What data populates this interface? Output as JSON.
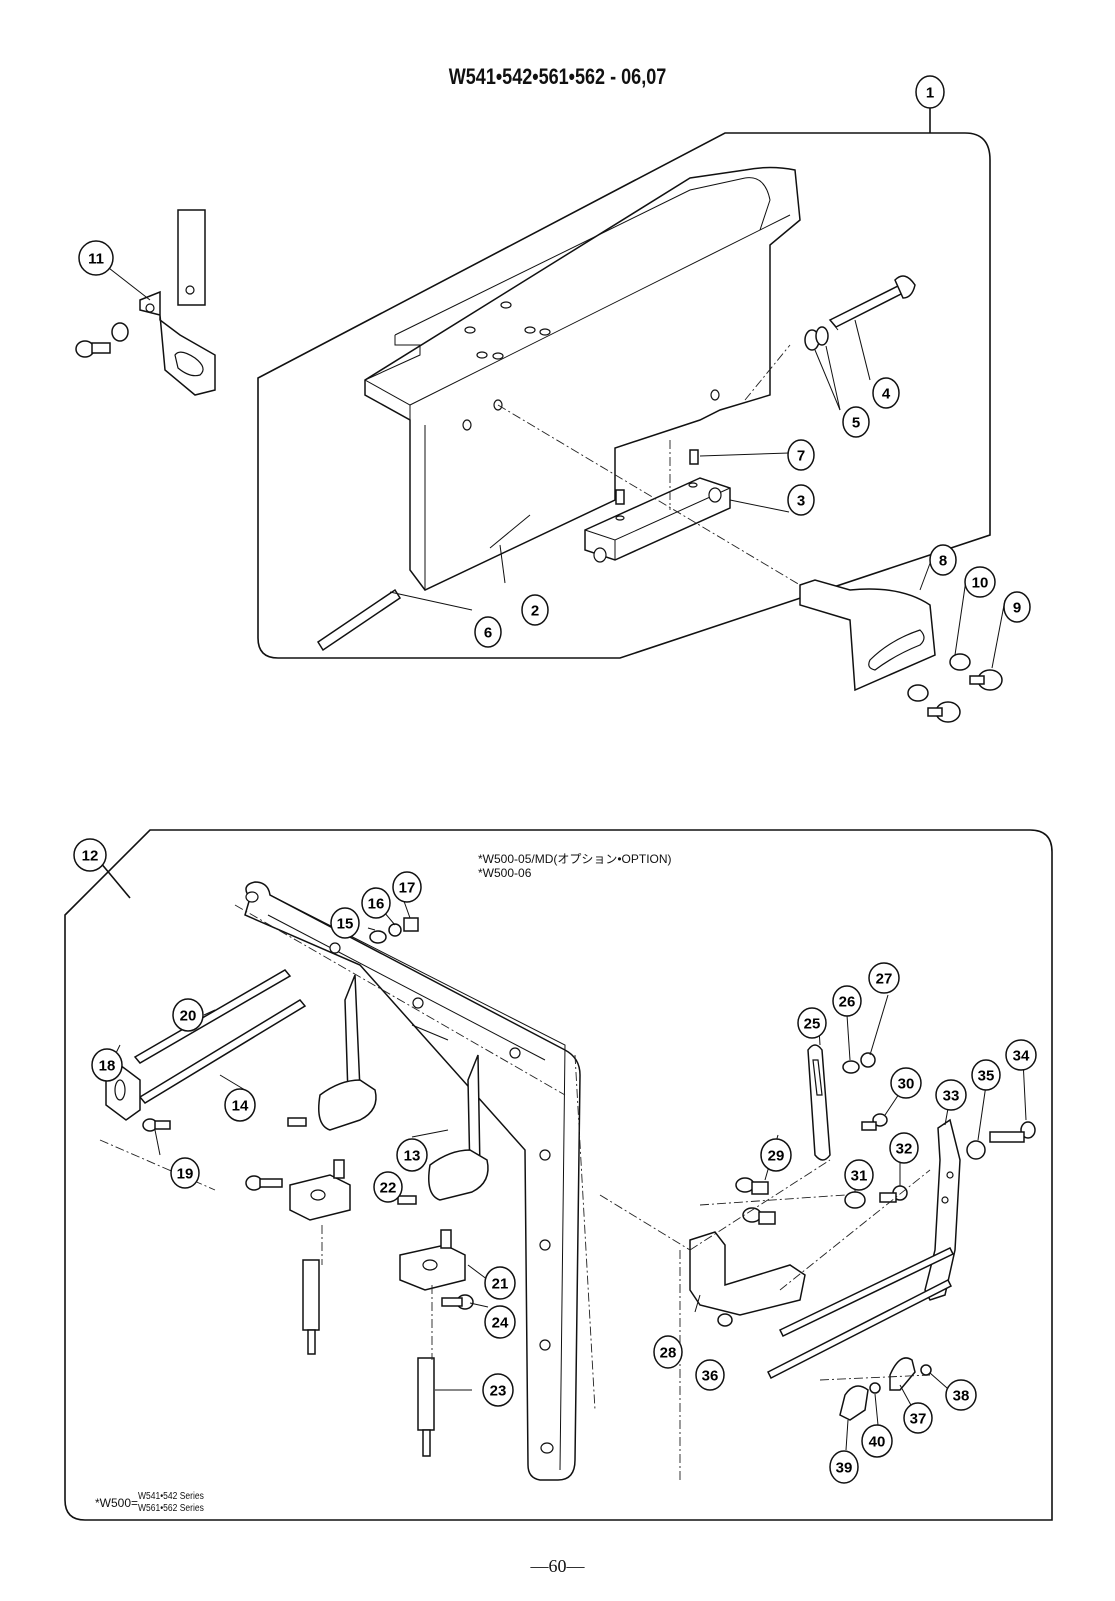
{
  "title": "W541•542•561•562 - 06,07",
  "page_number": "—60—",
  "option_notes": [
    "*W500-05/MD(オプション•OPTION)",
    "*W500-06"
  ],
  "series_note": {
    "prefix": "*W500=",
    "lines": [
      "W541•542 Series",
      "W561•562 Series"
    ]
  },
  "callouts": {
    "c1": "1",
    "c2": "2",
    "c3": "3",
    "c4": "4",
    "c5": "5",
    "c6": "6",
    "c7": "7",
    "c8": "8",
    "c9": "9",
    "c10": "10",
    "c11": "11",
    "c12": "12",
    "c13": "13",
    "c14": "14",
    "c15": "15",
    "c16": "16",
    "c17": "17",
    "c18": "18",
    "c19": "19",
    "c20": "20",
    "c21": "21",
    "c22": "22",
    "c23": "23",
    "c24": "24",
    "c25": "25",
    "c26": "26",
    "c27": "27",
    "c28": "28",
    "c29": "29",
    "c30": "30",
    "c31": "31",
    "c32": "32",
    "c33": "33",
    "c34": "34",
    "c35": "35",
    "c36": "36",
    "c37": "37",
    "c38": "38",
    "c39": "39",
    "c40": "40"
  }
}
